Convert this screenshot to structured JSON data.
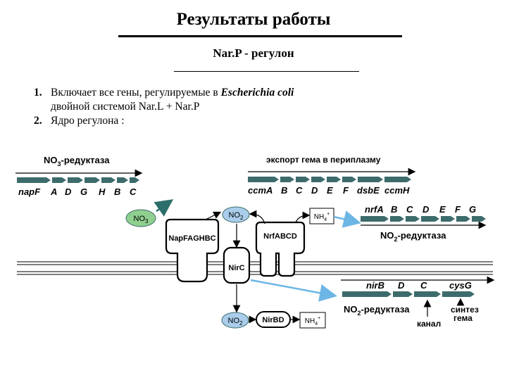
{
  "title": "Результаты работы",
  "subtitle": "Nar.P - регулон",
  "list": [
    {
      "num": "1.",
      "line1_pre": "Включает все гены, регулируемые в ",
      "line1_em": "Escherichia coli",
      "line2": "двойной системой  Nar.L + Nar.P"
    },
    {
      "num": "2.",
      "line1_pre": "Ядро регулона :"
    }
  ],
  "diagram": {
    "nap_label": {
      "pre": "NO",
      "sub": "3",
      "post": "-редуктаза"
    },
    "nap_genes": [
      "napF",
      "A",
      "D",
      "G",
      "H",
      "B",
      "C"
    ],
    "ccm_label": "экспорт  гема в периплазму",
    "ccm_genes": [
      "ccmA",
      "B",
      "C",
      "D",
      "E",
      "F",
      "dsbE",
      "ccmH"
    ],
    "nrf_genes": [
      "nrfA",
      "B",
      "C",
      "D",
      "E",
      "F",
      "G"
    ],
    "nrf_label": {
      "pre": "NO",
      "sub": "2",
      "post": "-редуктаза"
    },
    "nir_genes": [
      "nirB",
      "D",
      "C",
      "cysG"
    ],
    "nir_label": {
      "pre": "NO",
      "sub": "2",
      "post": "-редуктаза"
    },
    "kanal": "канал",
    "sintez": [
      "синтез",
      "гема"
    ],
    "no3": {
      "pre": "NO",
      "sub": "3"
    },
    "no2_top": {
      "pre": "NO",
      "sub": "2"
    },
    "nh4_top": {
      "pre": "NH",
      "sub": "4",
      "sup": "+"
    },
    "nap_complex": "NapFAGHBC",
    "nrf_complex": "NrfABCD",
    "nirc": "NirC",
    "no2_bottom": {
      "pre": "NO",
      "sub": "2"
    },
    "nirbd": "NirBD",
    "nh4_bottom": {
      "pre": "NH",
      "sub": "4",
      "sup": "+"
    }
  },
  "colors": {
    "gene_arrow": "#3d6b6b",
    "no3_fill": "#8fcf8f",
    "no2_fill": "#a9cdea",
    "arrow_dark": "#2e6e6a",
    "arrow_light": "#6cb6e6"
  }
}
